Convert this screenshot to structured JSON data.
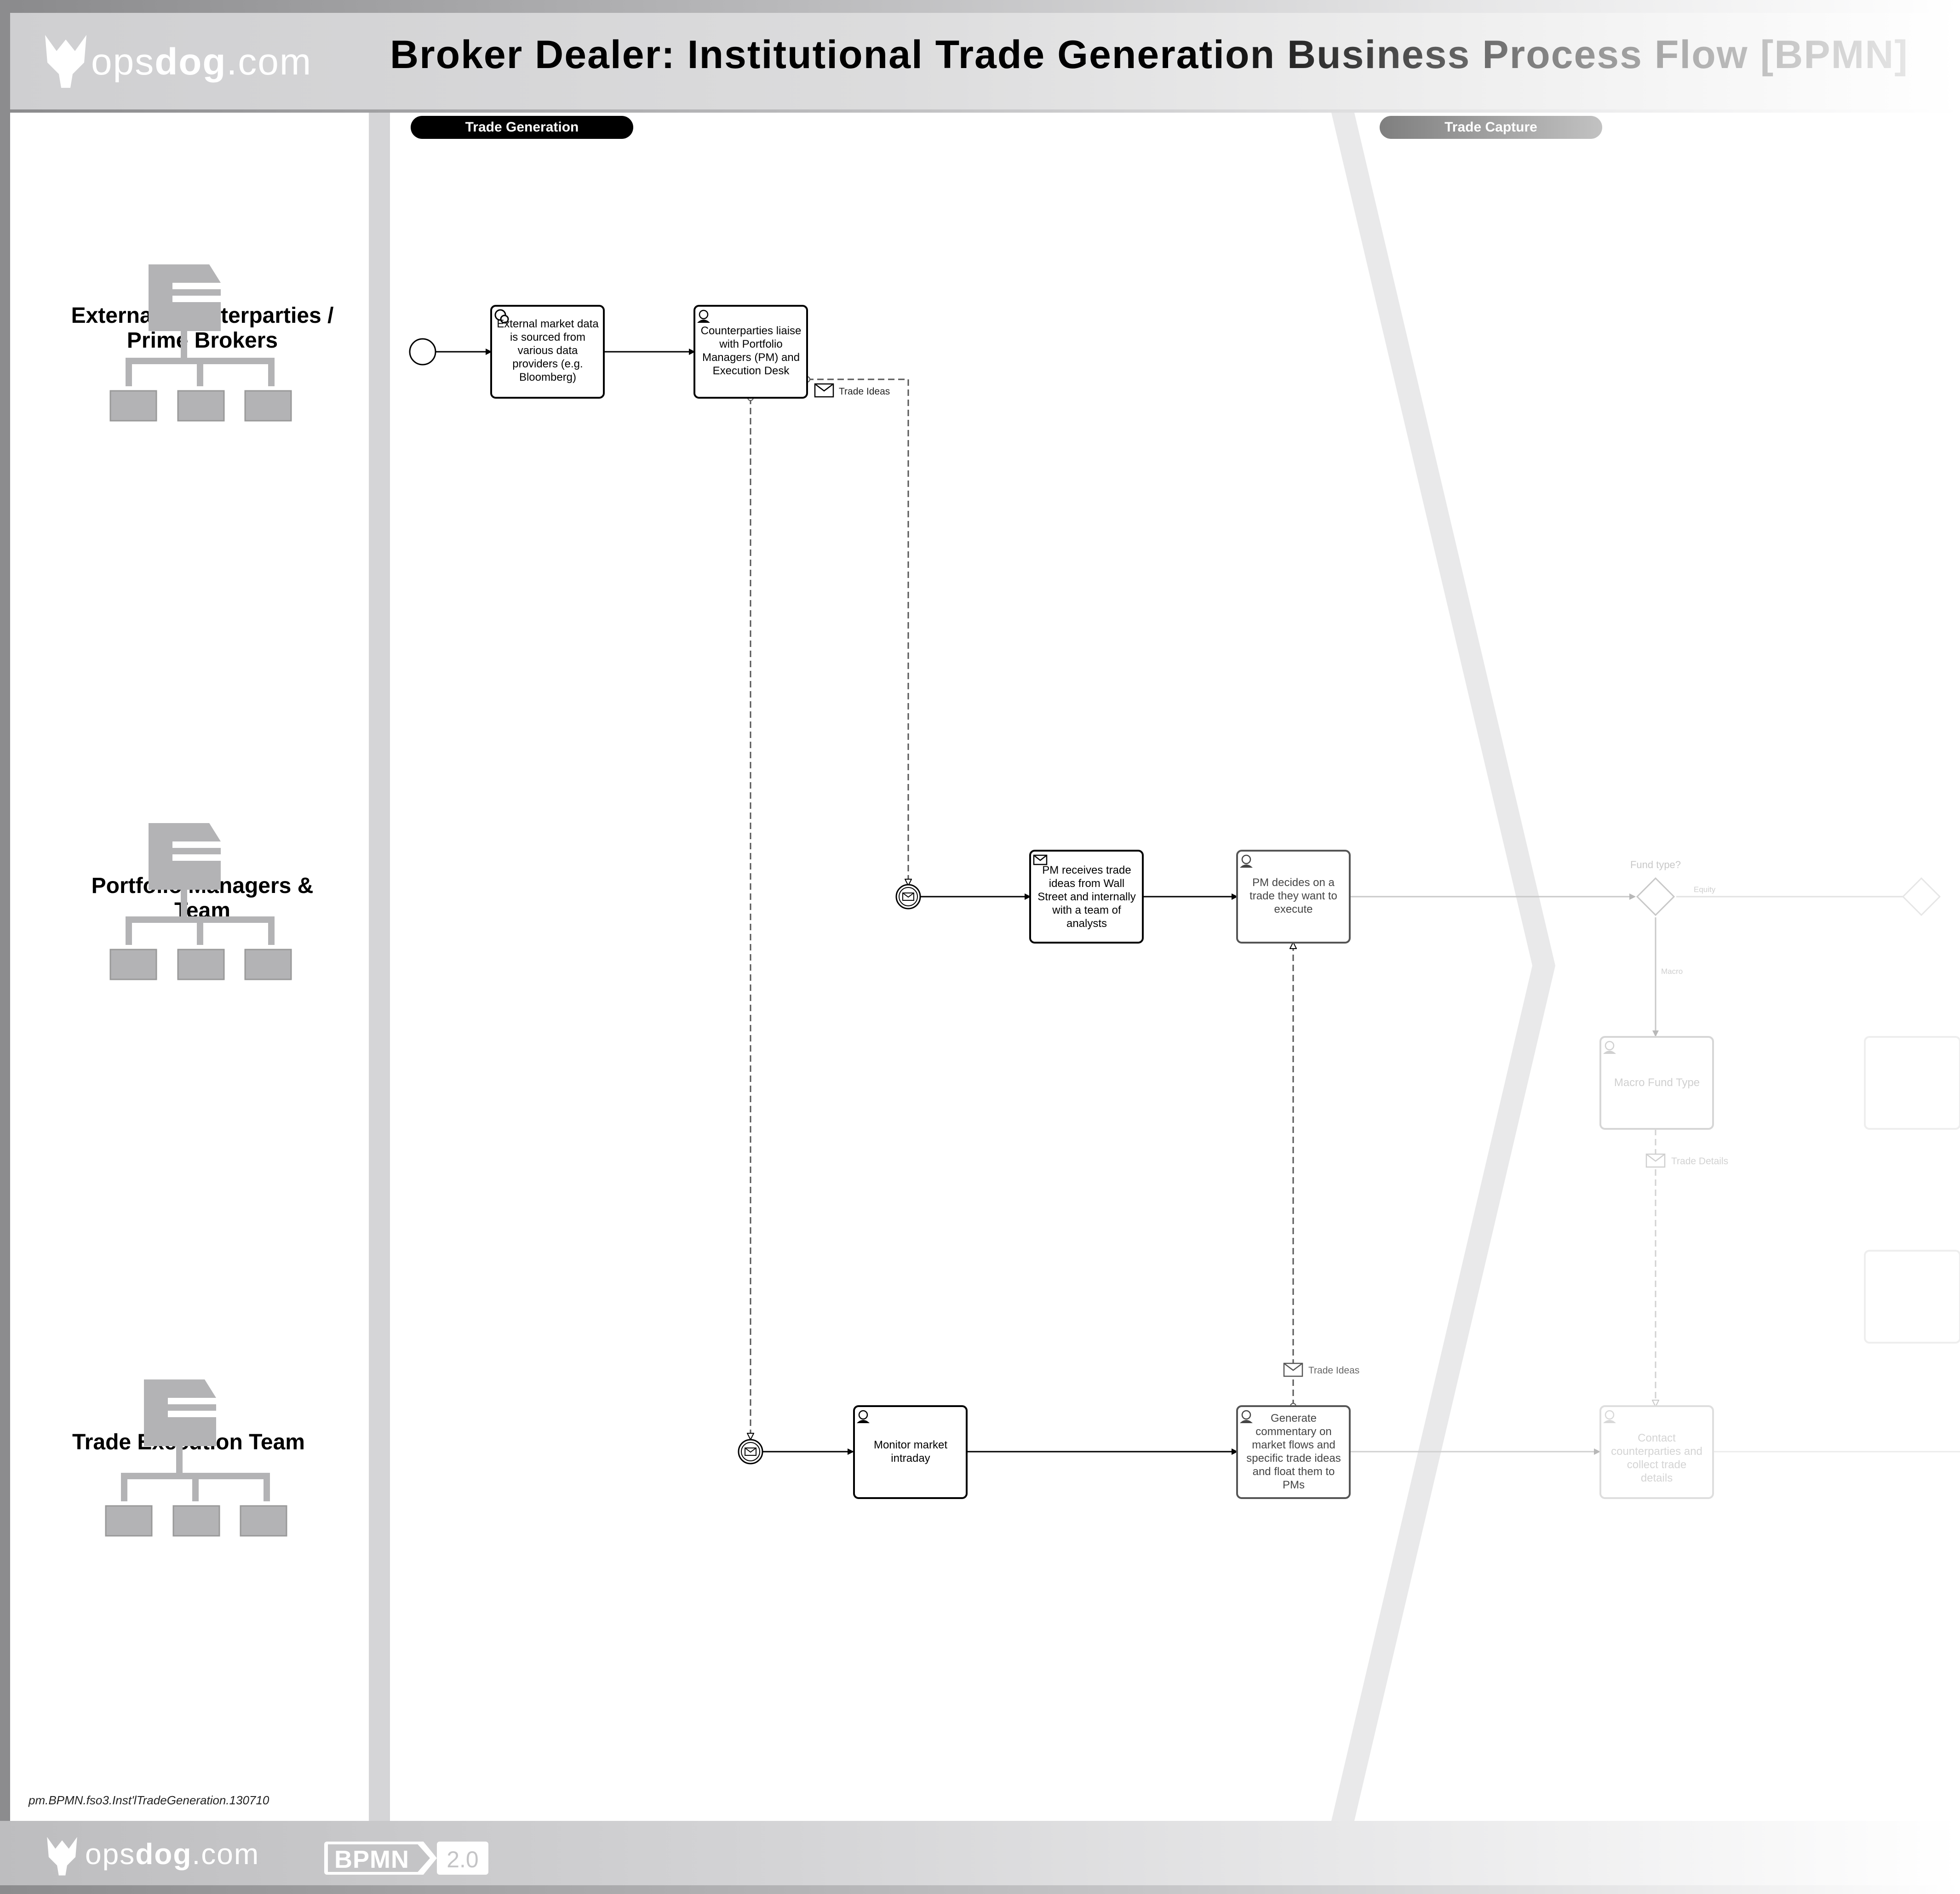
{
  "header": {
    "title": "Broker Dealer: Institutional Trade Generation Business Process Flow [BPMN]",
    "logo_light": "ops",
    "logo_bold": "dog",
    "logo_tail": ".com"
  },
  "phases": [
    {
      "label": "Trade Generation",
      "color": "#000000"
    },
    {
      "label": "Trade Capture",
      "color": "#8e8e8e"
    }
  ],
  "lanes": [
    {
      "title": "External Counterparties / Prime Brokers"
    },
    {
      "title": "Portfolio Managers & Team"
    },
    {
      "title": "Trade Execution Team"
    }
  ],
  "tasks": {
    "external_market_data": "External market data is sourced from various data providers (e.g. Bloomberg)",
    "counterparties_liaise": "Counterparties liaise with Portfolio Managers (PM) and Execution Desk",
    "pm_receives": "PM receives trade ideas from Wall Street and internally with a team of analysts",
    "pm_decides": "PM decides on a trade they want to execute",
    "macro_fund": "Macro Fund Type",
    "monitor_market": "Monitor market intraday",
    "generate_commentary": "Generate commentary on market flows and specific trade ideas and float them to PMs",
    "contact_counterparties": "Contact counterparties and collect trade details"
  },
  "messages": {
    "trade_ideas_1": "Trade Ideas",
    "trade_ideas_2": "Trade Ideas",
    "trade_details": "Trade Details"
  },
  "gateway": {
    "label": "Fund type?",
    "equity": "Equity",
    "macro": "Macro"
  },
  "footer": {
    "code": "pm.BPMN.fso3.Inst'lTradeGeneration.130710",
    "logo_light": "ops",
    "logo_bold": "dog",
    "logo_tail": ".com",
    "badge": "BPMN",
    "version": "2.0"
  }
}
